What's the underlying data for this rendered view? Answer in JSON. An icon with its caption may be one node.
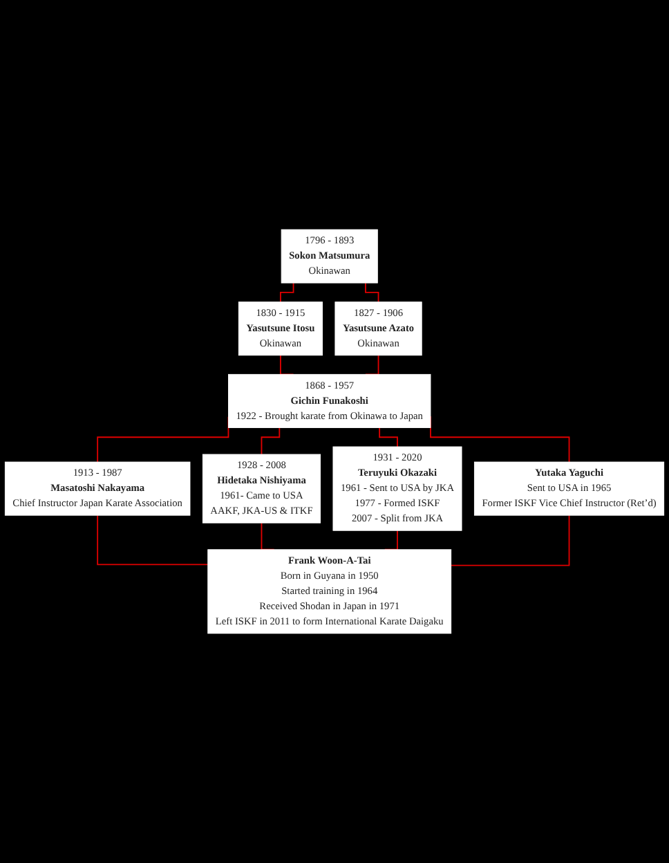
{
  "diagram": {
    "nodes": [
      {
        "text": [
          "1796 - 1893",
          "Sokon Matsumura",
          "Okinawan"
        ]
      },
      {
        "text": [
          "1830 - 1915",
          "Yasutsune Itosu",
          "Okinawan"
        ]
      },
      {
        "text": [
          "1827 - 1906",
          "Yasutsune Azato",
          "Okinawan"
        ]
      },
      {
        "text": [
          "1868 - 1957",
          "Gichin Funakoshi",
          "1922 - Brought karate from Okinawa to Japan"
        ]
      },
      {
        "text": [
          "1913 - 1987",
          "Masatoshi Nakayama",
          "Chief Instructor Japan Karate Association"
        ]
      },
      {
        "text": [
          "1928 - 2008",
          "Hidetaka Nishiyama",
          "1961- Came to USA",
          "AAKF, JKA-US & ITKF"
        ]
      },
      {
        "text": [
          "1931 - 2020",
          "Teruyuki Okazaki",
          "1961 - Sent to USA by JKA",
          "1977 - Formed ISKF",
          "2007 - Split from JKA"
        ]
      },
      {
        "text": [
          "Yutaka Yaguchi",
          "Sent to USA in 1965",
          "Former ISKF Vice Chief Instructor (Ret’d)"
        ]
      },
      {
        "text": [
          "Frank Woon-A-Tai",
          "Born in Guyana in 1950",
          "Started training in 1964",
          "Received Shodan in Japan in 1971",
          "Left ISKF in 2011 to form International Karate Daigaku"
        ]
      }
    ],
    "edges": [
      {
        "from": 0,
        "to": 1,
        "arrow": "none"
      },
      {
        "from": 0,
        "to": 2,
        "arrow": "none"
      },
      {
        "from": 1,
        "to": 3,
        "arrow": "none"
      },
      {
        "from": 2,
        "to": 3,
        "arrow": "none"
      },
      {
        "from": 3,
        "to": 4,
        "arrow": "none"
      },
      {
        "from": 3,
        "to": 5,
        "arrow": "none"
      },
      {
        "from": 3,
        "to": 6,
        "arrow": "none"
      },
      {
        "from": 3,
        "to": 7,
        "arrow": "none"
      },
      {
        "from": 4,
        "to": 8,
        "arrow": "none"
      },
      {
        "from": 5,
        "to": 8,
        "arrow": "none"
      },
      {
        "from": 6,
        "to": 8,
        "arrow": "none"
      },
      {
        "from": 7,
        "to": 8,
        "arrow": "none"
      }
    ]
  }
}
